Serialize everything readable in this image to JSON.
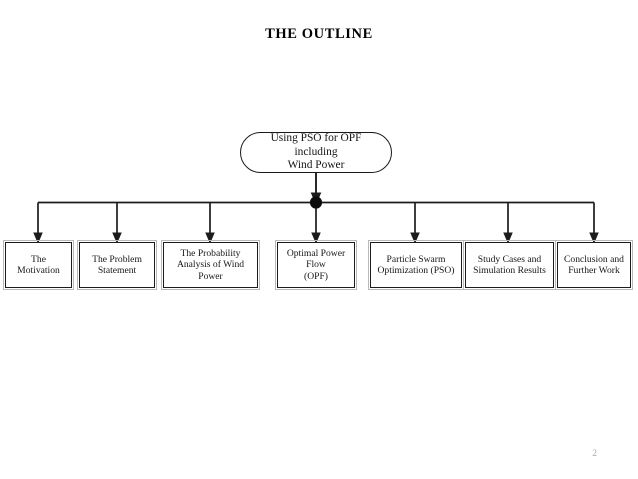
{
  "slide": {
    "title": "THE OUTLINE",
    "page_number": "2",
    "background_color": "#ffffff",
    "line_color": "#1c1c1c",
    "page_number_color": "#a9a9a9"
  },
  "diagram": {
    "type": "tree",
    "root": {
      "label": "Using PSO for OPF including\nWind Power",
      "shape": "rounded-rectangle"
    },
    "junction": {
      "shape": "filled-circle",
      "label": ""
    },
    "children": [
      {
        "label": "The Motivation"
      },
      {
        "label": "The Problem\nStatement"
      },
      {
        "label": "The Probability\nAnalysis of Wind\nPower"
      },
      {
        "label": "Optimal Power\nFlow\n(OPF)"
      },
      {
        "label": "Particle Swarm\nOptimization (PSO)"
      },
      {
        "label": "Study Cases and\nSimulation Results"
      },
      {
        "label": "Conclusion and\nFurther Work"
      }
    ]
  }
}
